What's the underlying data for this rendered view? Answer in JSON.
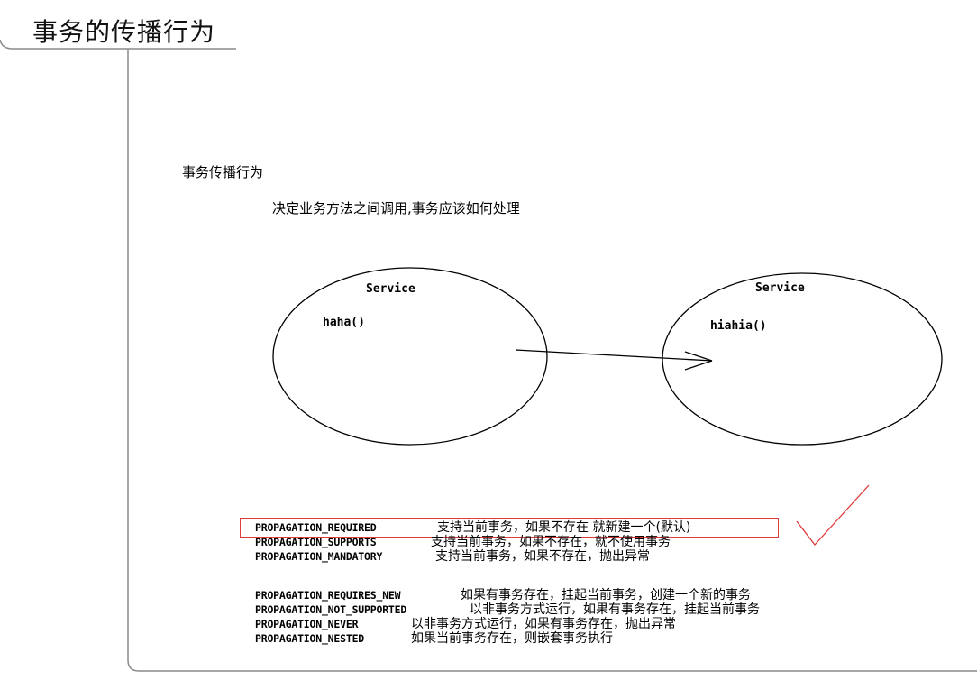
{
  "page": {
    "title": "事务的传播行为"
  },
  "content": {
    "heading": "事务传播行为",
    "subheading": "决定业务方法之间调用,事务应该如何处理"
  },
  "diagram": {
    "left_service": {
      "label": "Service",
      "method": "haha()"
    },
    "right_service": {
      "label": "Service",
      "method": "hiahia()"
    }
  },
  "propagation_group1": [
    {
      "name": "PROPAGATION_REQUIRED",
      "desc": "支持当前事务，如果不存在 就新建一个(默认)"
    },
    {
      "name": "PROPAGATION_SUPPORTS",
      "desc": "支持当前事务，如果不存在，就不使用事务"
    },
    {
      "name": "PROPAGATION_MANDATORY",
      "desc": "支持当前事务，如果不存在，抛出异常"
    }
  ],
  "propagation_group2": [
    {
      "name": "PROPAGATION_REQUIRES_NEW",
      "desc": "如果有事务存在，挂起当前事务，创建一个新的事务"
    },
    {
      "name": "PROPAGATION_NOT_SUPPORTED",
      "desc": "以非事务方式运行，如果有事务存在，挂起当前事务"
    },
    {
      "name": "PROPAGATION_NEVER",
      "desc": "以非事务方式运行，如果有事务存在，抛出异常"
    },
    {
      "name": "PROPAGATION_NESTED",
      "desc": "如果当前事务存在，则嵌套事务执行"
    }
  ],
  "colors": {
    "highlight": "#e03a3a",
    "frame": "#8a8a8a"
  }
}
